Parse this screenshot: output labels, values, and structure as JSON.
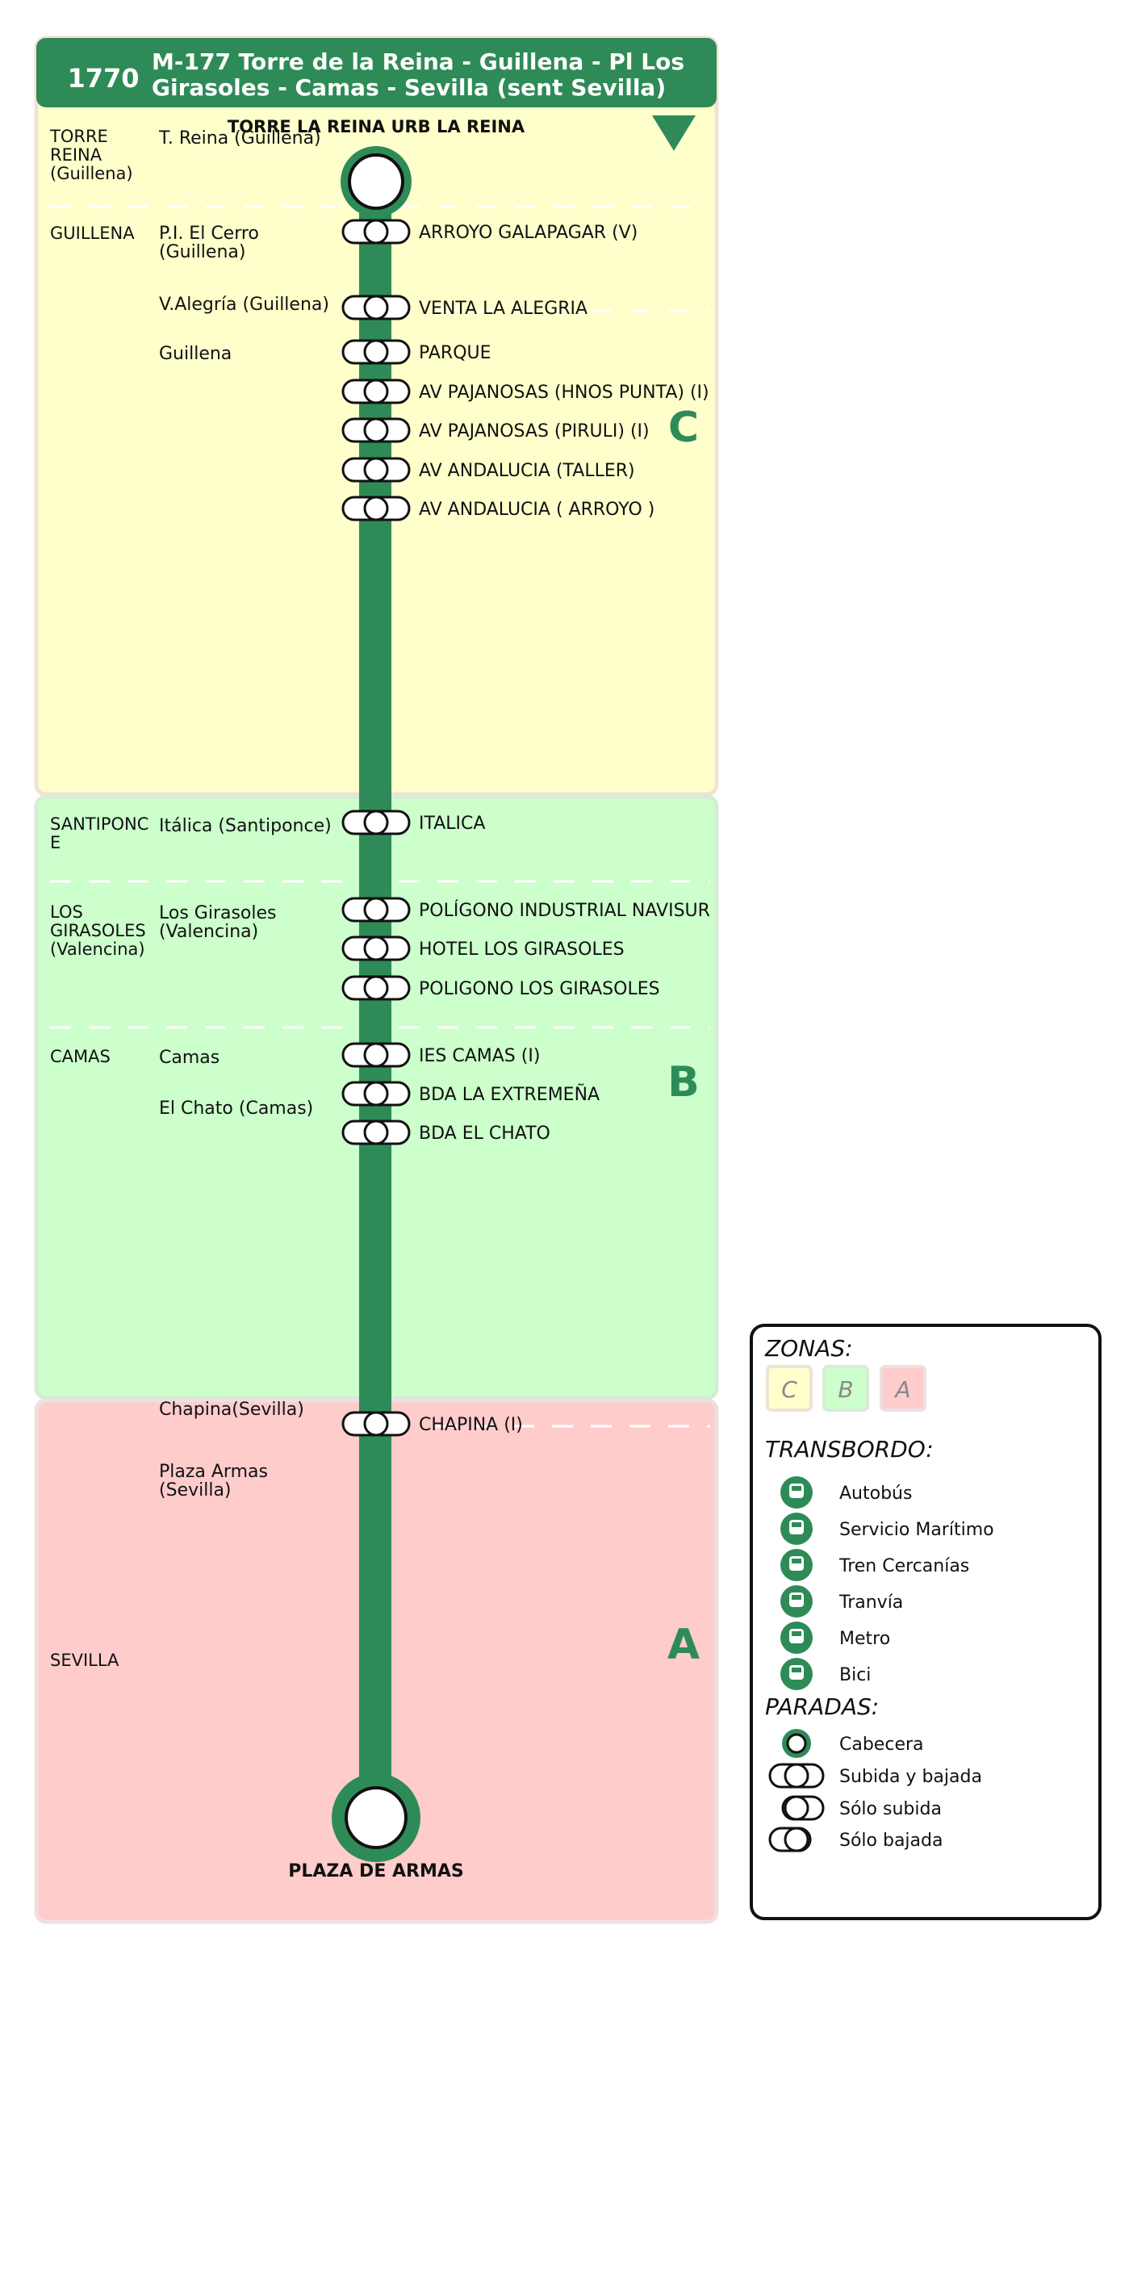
{
  "header": {
    "line_number": "1770",
    "title_line1": "M-177 Torre de la Reina - Guillena - Pl Los",
    "title_line2": "Girasoles - Camas - Sevilla (sent Sevilla)",
    "color": "#2e8b57"
  },
  "terminal_start": "TORRE LA REINA URB LA REINA",
  "terminal_end": "PLAZA DE ARMAS",
  "zones": [
    {
      "letter": "C",
      "fill": "#ffffcc",
      "border": "#eee3d5"
    },
    {
      "letter": "B",
      "fill": "#ccffcc",
      "border": "#d6ecd6"
    },
    {
      "letter": "A",
      "fill": "#ffcccc",
      "border": "#eee0e0"
    }
  ],
  "municipalities": [
    {
      "zone": "C",
      "name": [
        "TORRE",
        "REINA",
        "(Guillena)"
      ]
    },
    {
      "zone": "C",
      "name": [
        "GUILLENA"
      ]
    },
    {
      "zone": "B",
      "name": [
        "SANTIPONC",
        "E"
      ]
    },
    {
      "zone": "B",
      "name": [
        "LOS",
        "GIRASOLES",
        "(Valencina)"
      ]
    },
    {
      "zone": "B",
      "name": [
        "CAMAS"
      ]
    },
    {
      "zone": "A",
      "name": [
        "SEVILLA"
      ]
    }
  ],
  "localities": [
    {
      "name": [
        "T. Reina (Guillena)"
      ]
    },
    {
      "name": [
        "P.I. El Cerro",
        "(Guillena)"
      ]
    },
    {
      "name": [
        "V.Alegría (Guillena)"
      ]
    },
    {
      "name": [
        "Guillena"
      ]
    },
    {
      "name": [
        "Itálica (Santiponce)"
      ]
    },
    {
      "name": [
        "Los Girasoles",
        "(Valencina)"
      ]
    },
    {
      "name": [
        "Camas"
      ]
    },
    {
      "name": [
        "El Chato (Camas)"
      ]
    },
    {
      "name": [
        "Chapina(Sevilla)"
      ]
    },
    {
      "name": [
        "Plaza Armas",
        "(Sevilla)"
      ]
    }
  ],
  "stops": [
    {
      "name": "ARROYO GALAPAGAR (V)",
      "type": "subida y bajada"
    },
    {
      "name": "VENTA LA ALEGRIA",
      "type": "subida y bajada"
    },
    {
      "name": "PARQUE",
      "type": "subida y bajada"
    },
    {
      "name": "AV PAJANOSAS (HNOS PUNTA) (I)",
      "type": "subida y bajada"
    },
    {
      "name": "AV PAJANOSAS (PIRULI) (I)",
      "type": "subida y bajada"
    },
    {
      "name": "AV ANDALUCIA (TALLER)",
      "type": "subida y bajada"
    },
    {
      "name": "AV ANDALUCIA ( ARROYO )",
      "type": "subida y bajada"
    },
    {
      "name": "ITALICA",
      "type": "subida y bajada"
    },
    {
      "name": "POLÍGONO INDUSTRIAL NAVISUR",
      "type": "subida y bajada"
    },
    {
      "name": "HOTEL LOS GIRASOLES",
      "type": "subida y bajada"
    },
    {
      "name": "POLIGONO LOS GIRASOLES",
      "type": "subida y bajada"
    },
    {
      "name": "IES CAMAS (I)",
      "type": "subida y bajada"
    },
    {
      "name": "BDA LA EXTREMEÑA",
      "type": "subida y bajada"
    },
    {
      "name": "BDA EL CHATO",
      "type": "subida y bajada"
    },
    {
      "name": "CHAPINA (I)",
      "type": "subida y bajada"
    }
  ],
  "legend": {
    "zonas_title": "ZONAS:",
    "zonas": [
      "C",
      "B",
      "A"
    ],
    "transbordo_title": "TRANSBORDO:",
    "transbordo": [
      {
        "label": "Autobús",
        "icon": "bus-icon"
      },
      {
        "label": "Servicio Marítimo",
        "icon": "boat-icon"
      },
      {
        "label": "Tren Cercanías",
        "icon": "train-icon"
      },
      {
        "label": "Tranvía",
        "icon": "tram-icon"
      },
      {
        "label": "Metro",
        "icon": "metro-icon"
      },
      {
        "label": "Bici",
        "icon": "bike-icon"
      }
    ],
    "paradas_title": "PARADAS:",
    "paradas": [
      {
        "label": "Cabecera",
        "icon": "terminal-stop-icon"
      },
      {
        "label": "Subida y bajada",
        "icon": "board-alight-stop-icon"
      },
      {
        "label": "Sólo subida",
        "icon": "board-only-stop-icon"
      },
      {
        "label": "Sólo bajada",
        "icon": "alight-only-stop-icon"
      }
    ]
  }
}
